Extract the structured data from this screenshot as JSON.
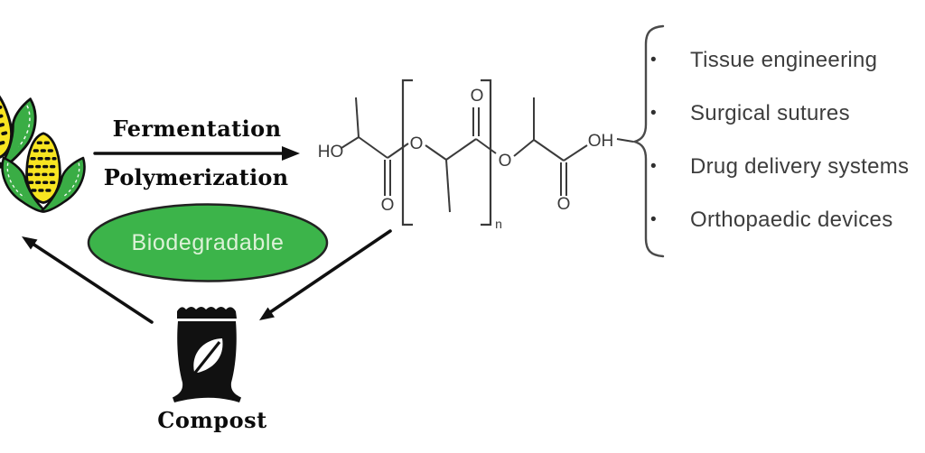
{
  "process": {
    "step_top": "Fermentation",
    "step_bottom": "Polymerization"
  },
  "biodegradable_badge": {
    "label": "Biodegradable"
  },
  "compost": {
    "label": "Compost"
  },
  "molecule": {
    "labels": {
      "hydroxyl_left": "HO",
      "carbonyl_o_1": "O",
      "ester_o_1": "O",
      "carbonyl_o_2": "O",
      "ester_o_2": "O",
      "carbonyl_o_3": "O",
      "hydroxyl_right": "OH",
      "repeat_subscript": "n"
    }
  },
  "applications": {
    "bullet": "•",
    "items": [
      "Tissue engineering",
      "Surgical sutures",
      "Drug delivery systems",
      "Orthopaedic devices"
    ]
  },
  "icons": {
    "corn_icon": "two-corn-cobs",
    "compost_bag_icon": "black-bag-with-white-leaf"
  },
  "colors": {
    "badge_green": "#3cb44a",
    "badge_text": "#ddf2d8",
    "corn_yellow": "#f8e521",
    "corn_green": "#3aad45",
    "ink": "#101010",
    "structure_ink": "#3a3a3a",
    "bag_black": "#111111"
  }
}
